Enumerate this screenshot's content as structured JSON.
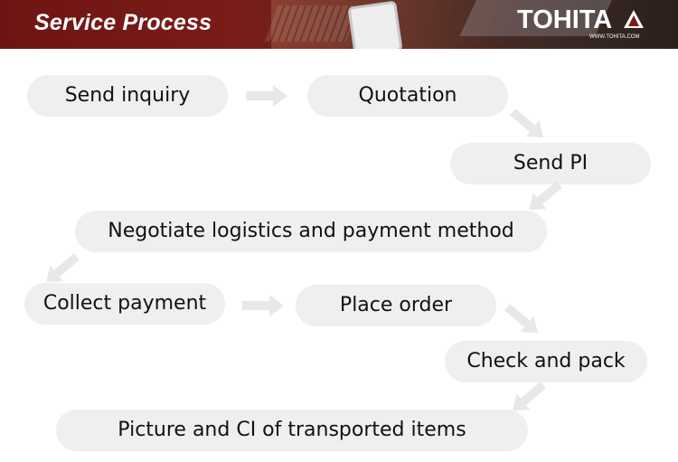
{
  "header": {
    "title": "Service Process",
    "logo_text": "TOHITA",
    "logo_url": "WWW.TOHITA.COM"
  },
  "steps": [
    {
      "label": "Send inquiry"
    },
    {
      "label": "Quotation"
    },
    {
      "label": "Send PI"
    },
    {
      "label": "Negotiate logistics and payment method"
    },
    {
      "label": "Collect payment"
    },
    {
      "label": "Place order"
    },
    {
      "label": "Check and pack"
    },
    {
      "label": "Picture and CI of transported items"
    }
  ],
  "colors": {
    "step_fill": "#efefef",
    "arrow_fill": "#e8e8e8",
    "banner": "#6e1414",
    "text": "#111111"
  }
}
